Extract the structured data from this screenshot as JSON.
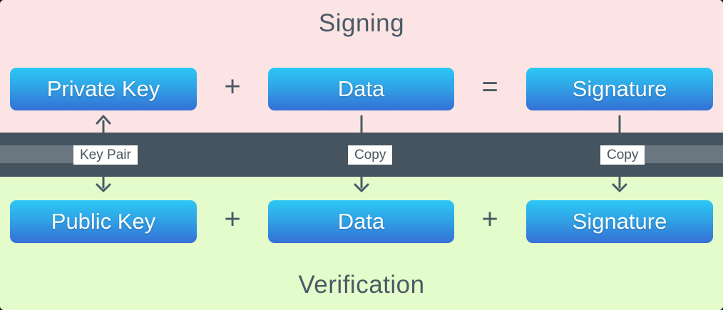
{
  "signing": {
    "title": "Signing",
    "boxes": [
      "Private Key",
      "Data",
      "Signature"
    ],
    "operators": [
      "+",
      "="
    ]
  },
  "band": {
    "labels": [
      "Key Pair",
      "Copy",
      "Copy"
    ]
  },
  "verification": {
    "title": "Verification",
    "boxes": [
      "Public Key",
      "Data",
      "Signature"
    ],
    "operators": [
      "+",
      "+"
    ]
  },
  "colors": {
    "signing_background": "#FCE4E4",
    "verification_background": "#E4FBCB",
    "band_background": "#45545E",
    "band_strip": "#6B7780",
    "box_gradient_top": "#2BC8F4",
    "box_gradient_bottom": "#3470D6",
    "box_text": "#FFFFFF",
    "diagram_text": "#4A5A64",
    "label_background": "#FFFFFF"
  }
}
